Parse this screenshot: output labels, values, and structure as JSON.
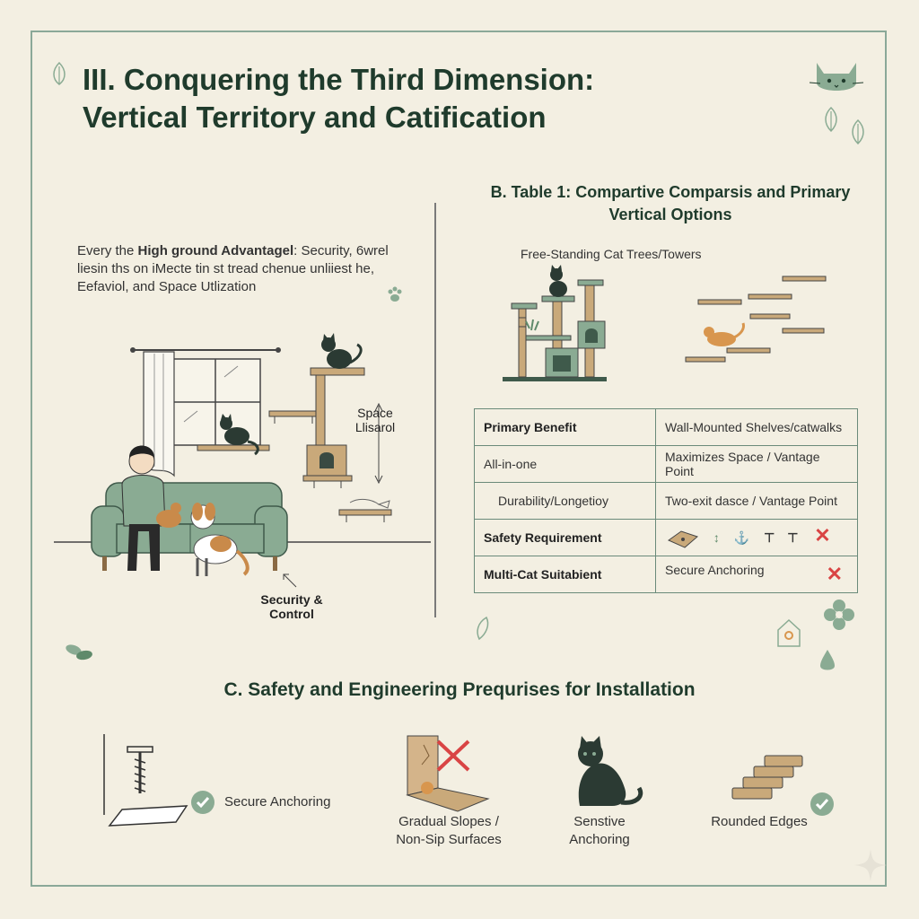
{
  "title_line1": "III. Conquering the Third Dimension:",
  "title_line2": "Vertical Territory and Catification",
  "intro": {
    "part1": "Every the ",
    "bold": "High ground Advantagel",
    "part2": ": Security, 6wrel liesin ths on iMecte tin st tread chenue unliiest he, Eefaviol, and Space Utlization"
  },
  "room_labels": {
    "space_line1": "Space",
    "space_line2": "Llisarol",
    "security_line1": "Security &",
    "security_line2": "Control"
  },
  "table_section": {
    "title_line1": "B. Table 1: Compartive Comparsis and Primary",
    "title_line2": "Vertical Options",
    "cat_trees_label": "Free-Standing Cat Trees/Towers",
    "rows": [
      {
        "c1": "Primary Benefit",
        "c2": "Wall-Mounted Shelves/catwalks",
        "bold": true
      },
      {
        "c1": "All-in-one",
        "c2": "Maximizes Space / Vantage Point",
        "bold": false
      },
      {
        "c1": "Durability/Longetioy",
        "c2": "Two-exit dasce / Vantage Point",
        "bold": false
      },
      {
        "c1": "Safety Requirement",
        "c2": "",
        "bold": true
      },
      {
        "c1": "Multi-Cat Suitabient",
        "c2": "Secure Anchoring",
        "bold": true
      }
    ]
  },
  "safety_section": {
    "title": "C. Safety and Engineering Prequrises for Installation",
    "items": [
      {
        "line1": "Secure Anchoring",
        "line2": ""
      },
      {
        "line1": "Gradual Slopes /",
        "line2": "Non-Sip Surfaces"
      },
      {
        "line1": "Senstive",
        "line2": "Anchoring"
      },
      {
        "line1": "Rounded Edges",
        "line2": ""
      }
    ]
  },
  "colors": {
    "dark_green": "#1f3b2c",
    "sage": "#8aab93",
    "tan": "#c9a97a",
    "red_x": "#d94444",
    "background": "#f3efe2"
  }
}
